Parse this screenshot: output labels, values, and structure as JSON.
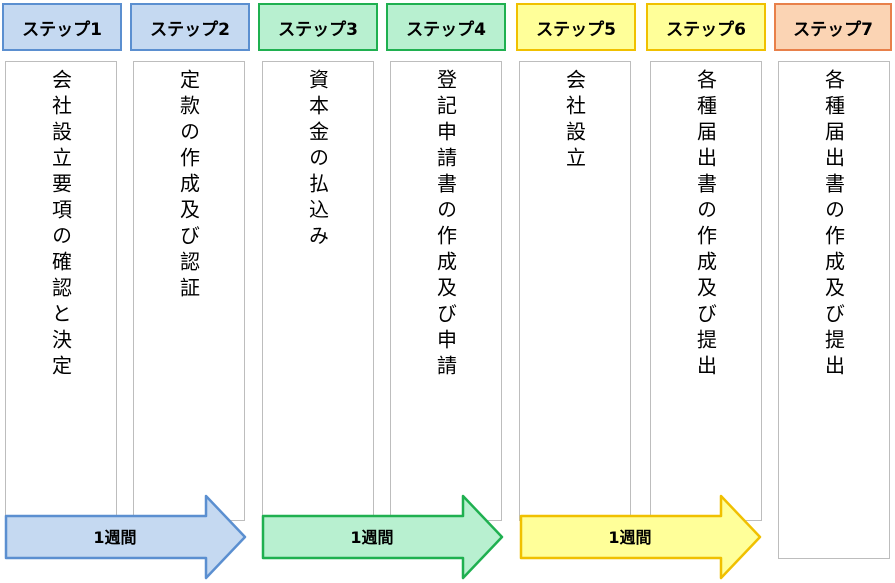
{
  "steps": [
    {
      "label": "ステップ1",
      "text": "会社設立要項の確認と決定",
      "fill": "#c5d9f1",
      "border": "#5b8fd0"
    },
    {
      "label": "ステップ2",
      "text": "定款の作成及び認証",
      "fill": "#c5d9f1",
      "border": "#5b8fd0"
    },
    {
      "label": "ステップ3",
      "text": "資本金の払込み",
      "fill": "#b8f0d0",
      "border": "#1fb050"
    },
    {
      "label": "ステップ4",
      "text": "登記申請書の作成及び申請",
      "fill": "#b8f0d0",
      "border": "#1fb050"
    },
    {
      "label": "ステップ5",
      "text": "会社設立",
      "fill": "#ffff99",
      "border": "#f0c000"
    },
    {
      "label": "ステップ6",
      "text": "各種届出書の作成及び提出",
      "fill": "#ffff99",
      "border": "#f0c000"
    },
    {
      "label": "ステップ7",
      "text": "各種届出書の作成及び提出",
      "fill": "#fbd4b4",
      "border": "#e8804a"
    }
  ],
  "arrows": [
    {
      "label": "1週間",
      "fill": "#c5d9f1",
      "stroke": "#5b8fd0"
    },
    {
      "label": "1週間",
      "fill": "#b8f0d0",
      "stroke": "#1fb050"
    },
    {
      "label": "1週間",
      "fill": "#ffff99",
      "stroke": "#f0c000"
    }
  ]
}
